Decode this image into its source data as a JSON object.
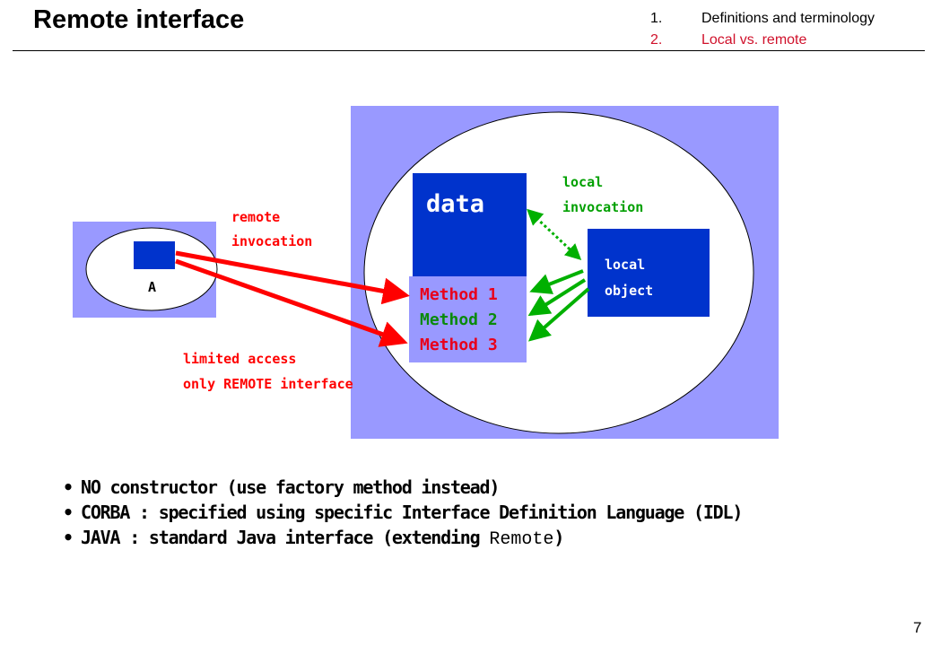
{
  "header": {
    "title": "Remote interface",
    "nav": [
      {
        "num": "1.",
        "label": "Definitions and terminology",
        "color": "#000000"
      },
      {
        "num": "2.",
        "label": "Local vs. remote",
        "color": "#d0112b"
      }
    ]
  },
  "diagram": {
    "client_label": "A",
    "data_label": "data",
    "methods": [
      {
        "label": "Method 1",
        "color": "#e8001c"
      },
      {
        "label": "Method 2",
        "color": "#0a8a0a"
      },
      {
        "label": "Method 3",
        "color": "#e8001c"
      }
    ],
    "local_object": [
      "local",
      "object"
    ],
    "local_invocation": [
      "local",
      "invocation"
    ],
    "remote_invocation": [
      "remote",
      "invocation"
    ],
    "limited_access": [
      "limited access",
      "only REMOTE interface"
    ],
    "colors": {
      "box_blue": "#0033cc",
      "panel_lavender": "#9999ff",
      "arrow_red": "#ff0000",
      "arrow_green": "#00b000"
    }
  },
  "bullets": [
    {
      "text": "NO constructor (use factory method instead)"
    },
    {
      "text": "CORBA : specified using specific Interface Definition Language (IDL)"
    },
    {
      "text": "JAVA : standard Java interface (extending ",
      "code": "Remote",
      "after": ")"
    }
  ],
  "page_number": "7"
}
